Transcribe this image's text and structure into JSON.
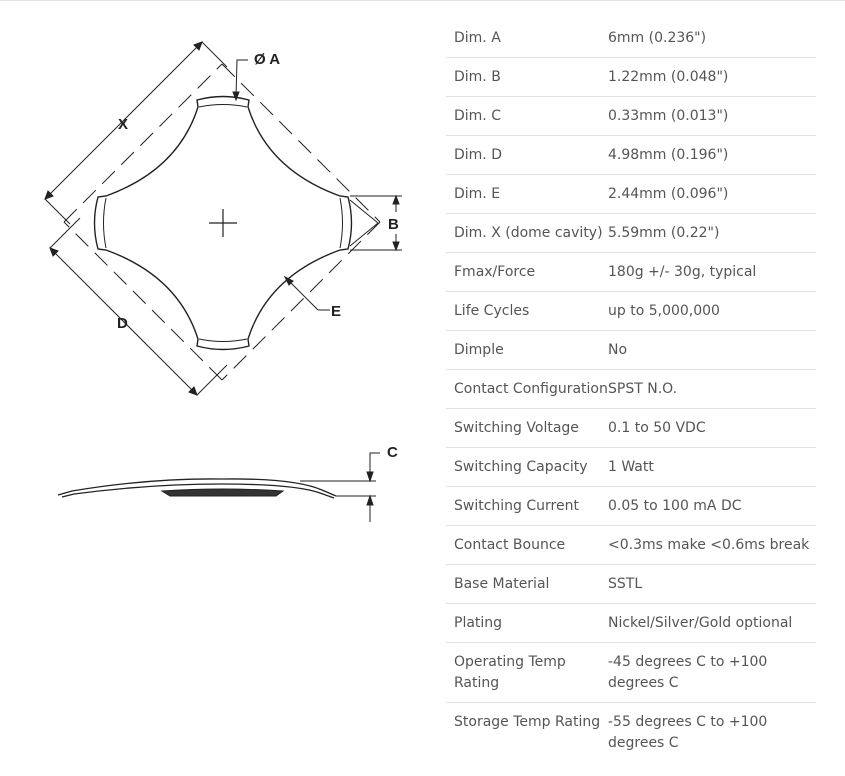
{
  "drawing": {
    "label_a": "Ø A",
    "label_b": "B",
    "label_c": "C",
    "label_d": "D",
    "label_e": "E",
    "label_x": "X"
  },
  "specs": [
    {
      "label": "Dim. A",
      "value": "6mm (0.236\")"
    },
    {
      "label": "Dim. B",
      "value": "1.22mm (0.048\")"
    },
    {
      "label": "Dim. C",
      "value": "0.33mm (0.013\")"
    },
    {
      "label": "Dim. D",
      "value": "4.98mm (0.196\")"
    },
    {
      "label": "Dim. E",
      "value": "2.44mm (0.096\")"
    },
    {
      "label": "Dim. X (dome cavity)",
      "value": "5.59mm (0.22\")"
    },
    {
      "label": "Fmax/Force",
      "value": "180g +/- 30g, typical"
    },
    {
      "label": "Life Cycles",
      "value": "up to 5,000,000"
    },
    {
      "label": "Dimple",
      "value": "No"
    },
    {
      "label": "Contact Configuration",
      "value": "SPST N.O."
    },
    {
      "label": "Switching Voltage",
      "value": "0.1 to 50 VDC"
    },
    {
      "label": "Switching Capacity",
      "value": "1 Watt"
    },
    {
      "label": "Switching Current",
      "value": "0.05 to 100 mA DC"
    },
    {
      "label": "Contact Bounce",
      "value": "<0.3ms make <0.6ms break"
    },
    {
      "label": "Base Material",
      "value": "SSTL"
    },
    {
      "label": "Plating",
      "value": "Nickel/Silver/Gold optional"
    },
    {
      "label": "Operating Temp Rating",
      "value": "-45 degrees C to +100 degrees C"
    },
    {
      "label": "Storage Temp Rating",
      "value": "-55 degrees C to +100 degrees C"
    }
  ]
}
